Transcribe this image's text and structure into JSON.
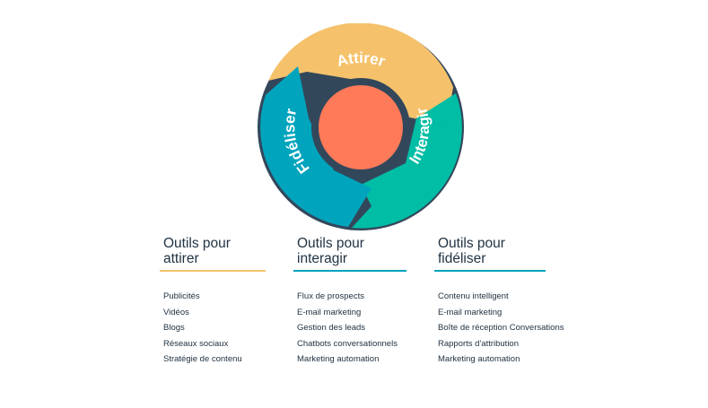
{
  "flywheel": {
    "segments": [
      {
        "label": "Attirer",
        "color": "#f5c26b"
      },
      {
        "label": "Interagir",
        "color": "#00bda5"
      },
      {
        "label": "Fidéliser",
        "color": "#00a4bd"
      }
    ],
    "hub_color": "#ff7a59",
    "ring_color": "#33475b"
  },
  "columns": [
    {
      "title": "Outils pour\nattirer",
      "rule_color": "#f5c26b",
      "items": [
        "Publicités",
        "Vidéos",
        "Blogs",
        "Réseaux sociaux",
        "Stratégie de contenu"
      ]
    },
    {
      "title": "Outils pour\ninteragir",
      "rule_color": "#00a4bd",
      "items": [
        "Flux de prospects",
        "E-mail marketing",
        "Gestion des leads",
        "Chatbots conversationnels",
        "Marketing automation"
      ]
    },
    {
      "title": "Outils pour\nfidéliser",
      "rule_color": "#00a4bd",
      "items": [
        "Contenu intelligent",
        "E-mail marketing",
        "Boîte de réception Conversations",
        "Rapports d'attribution",
        "Marketing automation"
      ]
    }
  ]
}
